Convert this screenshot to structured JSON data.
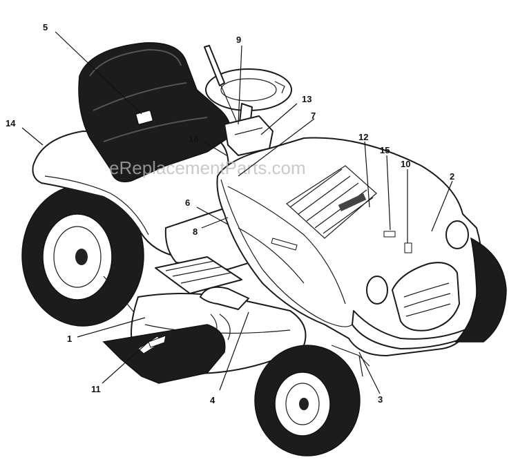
{
  "watermark": "eReplacementParts.com",
  "callouts": [
    {
      "id": "1",
      "label": "1"
    },
    {
      "id": "2",
      "label": "2"
    },
    {
      "id": "3",
      "label": "3"
    },
    {
      "id": "4",
      "label": "4"
    },
    {
      "id": "5",
      "label": "5"
    },
    {
      "id": "6",
      "label": "6"
    },
    {
      "id": "7",
      "label": "7"
    },
    {
      "id": "8",
      "label": "8"
    },
    {
      "id": "9",
      "label": "9"
    },
    {
      "id": "10",
      "label": "10"
    },
    {
      "id": "11",
      "label": "11"
    },
    {
      "id": "12",
      "label": "12"
    },
    {
      "id": "13",
      "label": "13"
    },
    {
      "id": "14",
      "label": "14"
    },
    {
      "id": "15",
      "label": "15"
    },
    {
      "id": "16",
      "label": "16"
    }
  ]
}
